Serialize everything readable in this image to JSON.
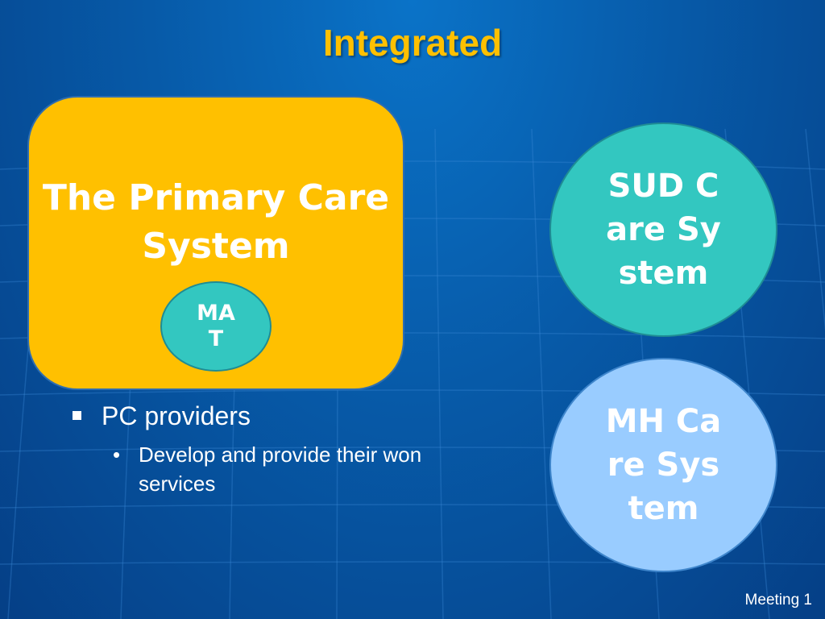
{
  "slide": {
    "title": "Integrated",
    "primary_box": {
      "label": "The Primary Care System",
      "color": "#ffc000"
    },
    "mat_circle": {
      "label": "MAT",
      "color": "#33c7c0"
    },
    "sud_circle": {
      "label": "SUD Care System",
      "color": "#33c7c0"
    },
    "mh_circle": {
      "label": "MH Care System",
      "color": "#99ccff"
    },
    "bullets": {
      "level1": "PC providers",
      "level2": "Develop and provide their won services"
    },
    "footer": "Meeting 1",
    "title_color": "#ffc000",
    "background_color": "#075aa8"
  }
}
